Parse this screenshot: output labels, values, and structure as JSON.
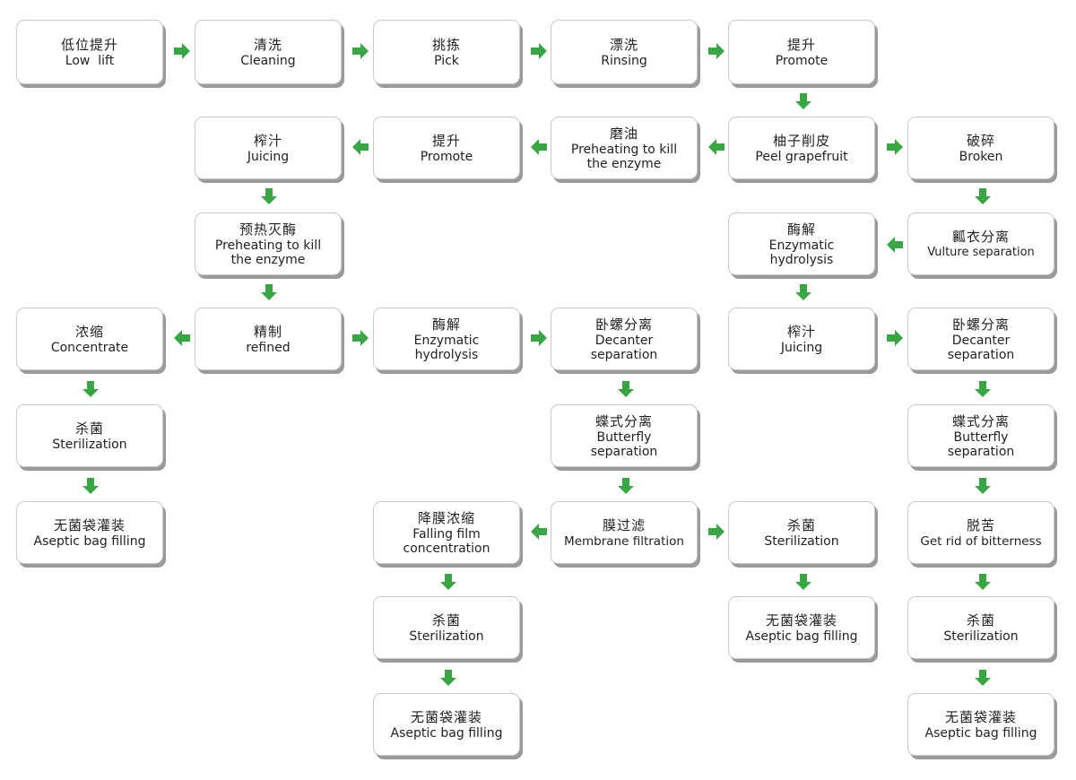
{
  "nodes": {
    "n1": {
      "zh": "低位提升",
      "en": "Low  lift"
    },
    "n2": {
      "zh": "清洗",
      "en": "Cleaning"
    },
    "n3": {
      "zh": "挑拣",
      "en": "Pick"
    },
    "n4": {
      "zh": "漂洗",
      "en": "Rinsing"
    },
    "n5": {
      "zh": "提升",
      "en": "Promote"
    },
    "n6": {
      "zh": "榨汁",
      "en": "Juicing"
    },
    "n7": {
      "zh": "提升",
      "en": "Promote"
    },
    "n8": {
      "zh": "磨油",
      "en": "Preheating to kill the enzyme"
    },
    "n9": {
      "zh": "柚子削皮",
      "en": "Peel grapefruit"
    },
    "n10": {
      "zh": "破碎",
      "en": "Broken"
    },
    "n11": {
      "zh": "预热灭酶",
      "en": "Preheating to kill the enzyme"
    },
    "n12": {
      "zh": "酶解",
      "en": "Enzymatic hydrolysis"
    },
    "n13": {
      "zh": "瓤衣分离",
      "en": "Vulture separation"
    },
    "n14": {
      "zh": "浓缩",
      "en": "Concentrate"
    },
    "n15": {
      "zh": "精制",
      "en": "refined"
    },
    "n16": {
      "zh": "酶解",
      "en": "Enzymatic hydrolysis"
    },
    "n17": {
      "zh": "卧螺分离",
      "en": "Decanter separation"
    },
    "n18": {
      "zh": "榨汁",
      "en": "Juicing"
    },
    "n19": {
      "zh": "卧螺分离",
      "en": "Decanter separation"
    },
    "n20": {
      "zh": "杀菌",
      "en": "Sterilization"
    },
    "n21": {
      "zh": "蝶式分离",
      "en": "Butterfly separation"
    },
    "n22": {
      "zh": "蝶式分离",
      "en": "Butterfly separation"
    },
    "n23": {
      "zh": "无菌袋灌装",
      "en": "Aseptic bag filling"
    },
    "n24": {
      "zh": "降膜浓缩",
      "en": "Falling film concentration"
    },
    "n25": {
      "zh": "膜过滤",
      "en": "Membrane filtration"
    },
    "n26": {
      "zh": "杀菌",
      "en": "Sterilization"
    },
    "n27": {
      "zh": "脱苦",
      "en": "Get rid of bitterness"
    },
    "n28": {
      "zh": "杀菌",
      "en": "Sterilization"
    },
    "n29": {
      "zh": "无菌袋灌装",
      "en": "Aseptic bag filling"
    },
    "n30": {
      "zh": "杀菌",
      "en": "Sterilization"
    },
    "n31": {
      "zh": "无菌袋灌装",
      "en": "Aseptic bag filling"
    },
    "n32": {
      "zh": "无菌袋灌装",
      "en": "Aseptic bag filling"
    }
  },
  "style": {
    "arrow_color": "#3aa545",
    "box_border": "#c9c9c9",
    "box_shadow": "#9a9a9a",
    "text_color": "#222222"
  }
}
